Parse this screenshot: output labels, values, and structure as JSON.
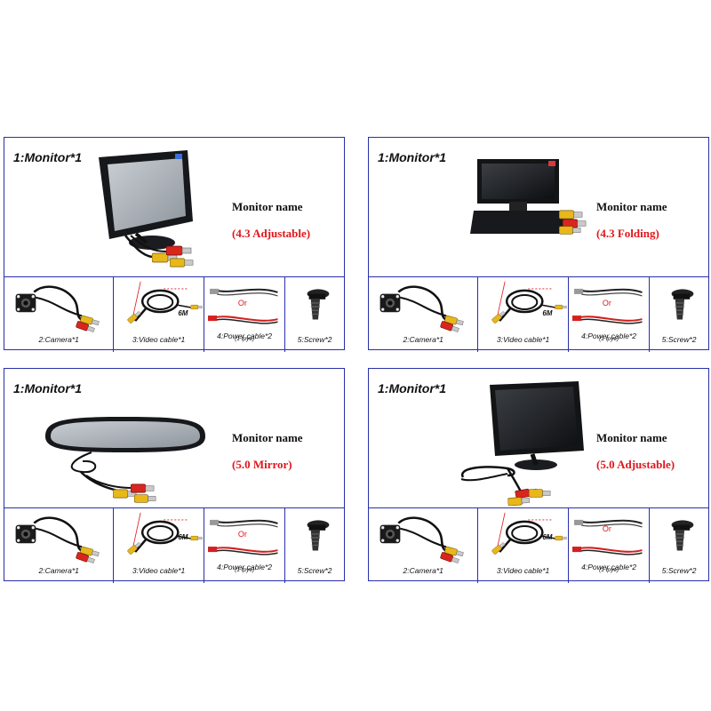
{
  "panels": [
    {
      "header": "1:Monitor*1",
      "monitor_name_label": "Monitor name",
      "monitor_type": "(4.3 Adjustable)",
      "components": {
        "camera": "2:Camera*1",
        "video_cable": "3:Video cable*1",
        "cable_length": "6M",
        "power_cable": "4:Power cable*2",
        "power_cable_note": "(1 tpye)",
        "or": "Or",
        "screw": "5:Screw*2"
      }
    },
    {
      "header": "1:Monitor*1",
      "monitor_name_label": "Monitor name",
      "monitor_type": "(4.3 Folding)",
      "components": {
        "camera": "2:Camera*1",
        "video_cable": "3:Video cable*1",
        "cable_length": "6M",
        "power_cable": "4:Power cable*2",
        "power_cable_note": "(1 tpye)",
        "or": "Or",
        "screw": "5:Screw*2"
      }
    },
    {
      "header": "1:Monitor*1",
      "monitor_name_label": "Monitor name",
      "monitor_type": "(5.0 Mirror)",
      "components": {
        "camera": "2:Camera*1",
        "video_cable": "3:Video cable*1",
        "cable_length": "6M",
        "power_cable": "4:Power cable*2",
        "power_cable_note": "(1 tpye)",
        "or": "Or",
        "screw": "5:Screw*2"
      }
    },
    {
      "header": "1:Monitor*1",
      "monitor_name_label": "Monitor name",
      "monitor_type": "(5.0 Adjustable)",
      "components": {
        "camera": "2:Camera*1",
        "video_cable": "3:Video cable*1",
        "cable_length": "6M",
        "power_cable": "4:Power cable*2",
        "power_cable_note": "(1 tpye)",
        "or": "Or",
        "screw": "5:Screw*2"
      }
    }
  ],
  "colors": {
    "border": "#2a2fa8",
    "accent_red": "#e1161c",
    "text": "#111111"
  }
}
